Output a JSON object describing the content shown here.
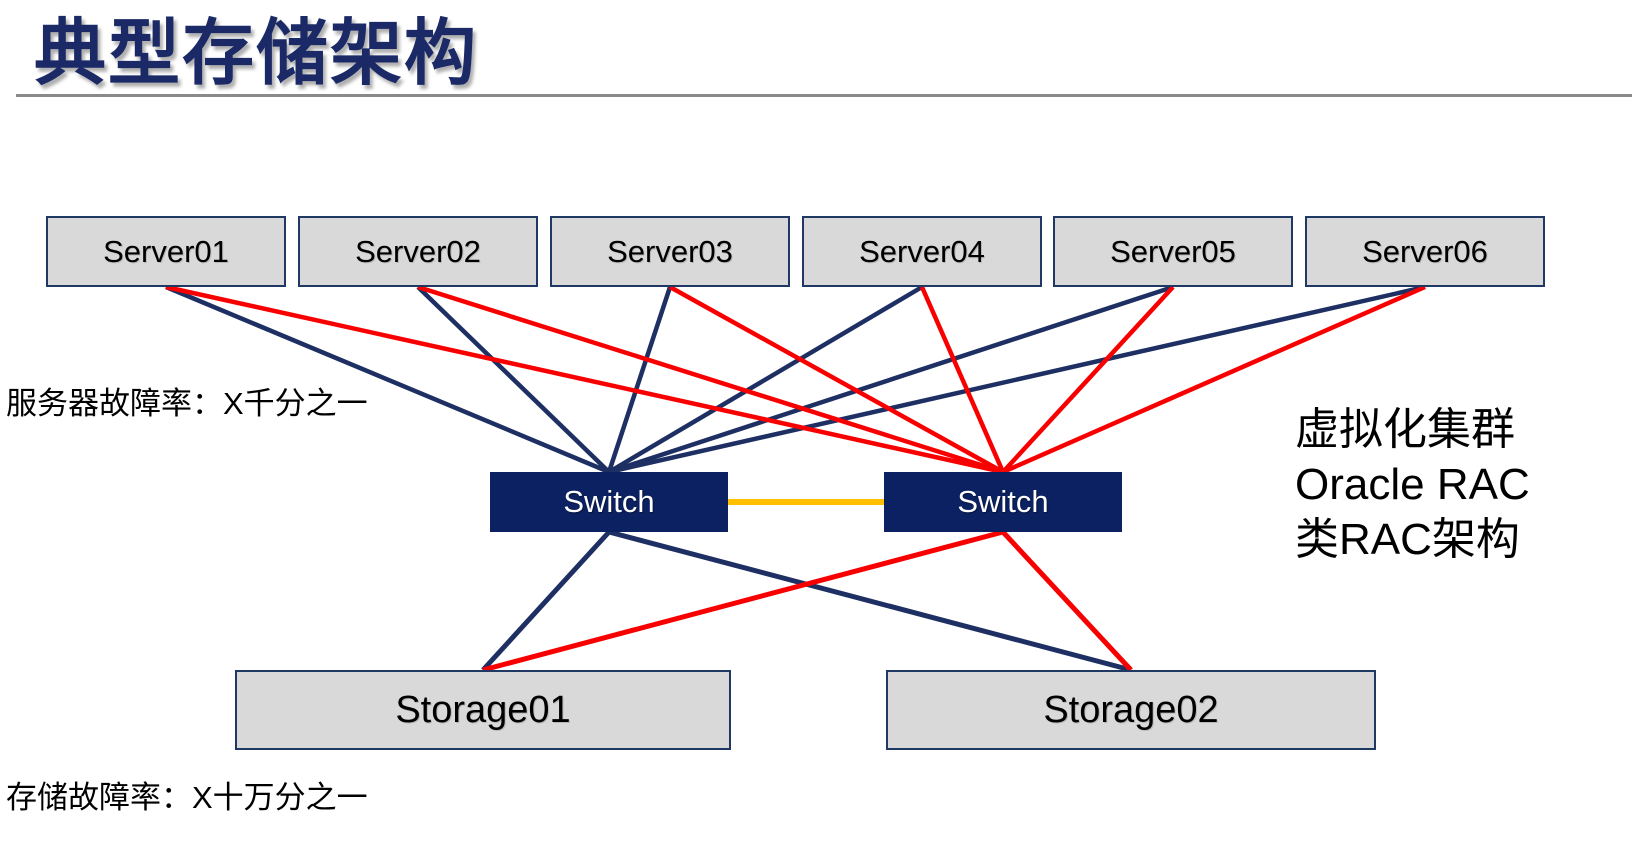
{
  "slide": {
    "title": "典型存储架构"
  },
  "annotations": {
    "server_failure": "服务器故障率：X千分之一",
    "storage_failure": "存储故障率：X十万分之一",
    "side_note_lines": [
      "虚拟化集群",
      "Oracle RAC",
      "类RAC架构"
    ]
  },
  "nodes": {
    "servers": [
      {
        "id": "server01",
        "label": "Server01"
      },
      {
        "id": "server02",
        "label": "Server02"
      },
      {
        "id": "server03",
        "label": "Server03"
      },
      {
        "id": "server04",
        "label": "Server04"
      },
      {
        "id": "server05",
        "label": "Server05"
      },
      {
        "id": "server06",
        "label": "Server06"
      }
    ],
    "switches": [
      {
        "id": "switch-a",
        "label": "Switch"
      },
      {
        "id": "switch-b",
        "label": "Switch"
      }
    ],
    "storages": [
      {
        "id": "storage01",
        "label": "Storage01"
      },
      {
        "id": "storage02",
        "label": "Storage02"
      }
    ]
  },
  "edges": [
    {
      "from": "server01",
      "to": "switch-a",
      "color": "navy"
    },
    {
      "from": "server02",
      "to": "switch-a",
      "color": "navy"
    },
    {
      "from": "server03",
      "to": "switch-a",
      "color": "navy"
    },
    {
      "from": "server04",
      "to": "switch-a",
      "color": "navy"
    },
    {
      "from": "server05",
      "to": "switch-a",
      "color": "navy"
    },
    {
      "from": "server06",
      "to": "switch-a",
      "color": "navy"
    },
    {
      "from": "switch-a",
      "to": "storage01",
      "color": "navy"
    },
    {
      "from": "switch-a",
      "to": "storage02",
      "color": "navy"
    },
    {
      "from": "server01",
      "to": "switch-b",
      "color": "red"
    },
    {
      "from": "server02",
      "to": "switch-b",
      "color": "red"
    },
    {
      "from": "server03",
      "to": "switch-b",
      "color": "red"
    },
    {
      "from": "server04",
      "to": "switch-b",
      "color": "red"
    },
    {
      "from": "server05",
      "to": "switch-b",
      "color": "red"
    },
    {
      "from": "server06",
      "to": "switch-b",
      "color": "red"
    },
    {
      "from": "switch-b",
      "to": "storage01",
      "color": "red"
    },
    {
      "from": "switch-b",
      "to": "storage02",
      "color": "red"
    },
    {
      "from": "switch-a",
      "to": "switch-b",
      "color": "orange",
      "kind": "peer"
    }
  ],
  "colors": {
    "navy": "#1d2f63",
    "red": "#f90000",
    "orange": "#ffc000",
    "switch-fill": "#0b2161",
    "box-fill": "#d9d9d9",
    "box-border": "#1f3864",
    "title": "#1b2a66",
    "rule": "#8a8a8a"
  }
}
